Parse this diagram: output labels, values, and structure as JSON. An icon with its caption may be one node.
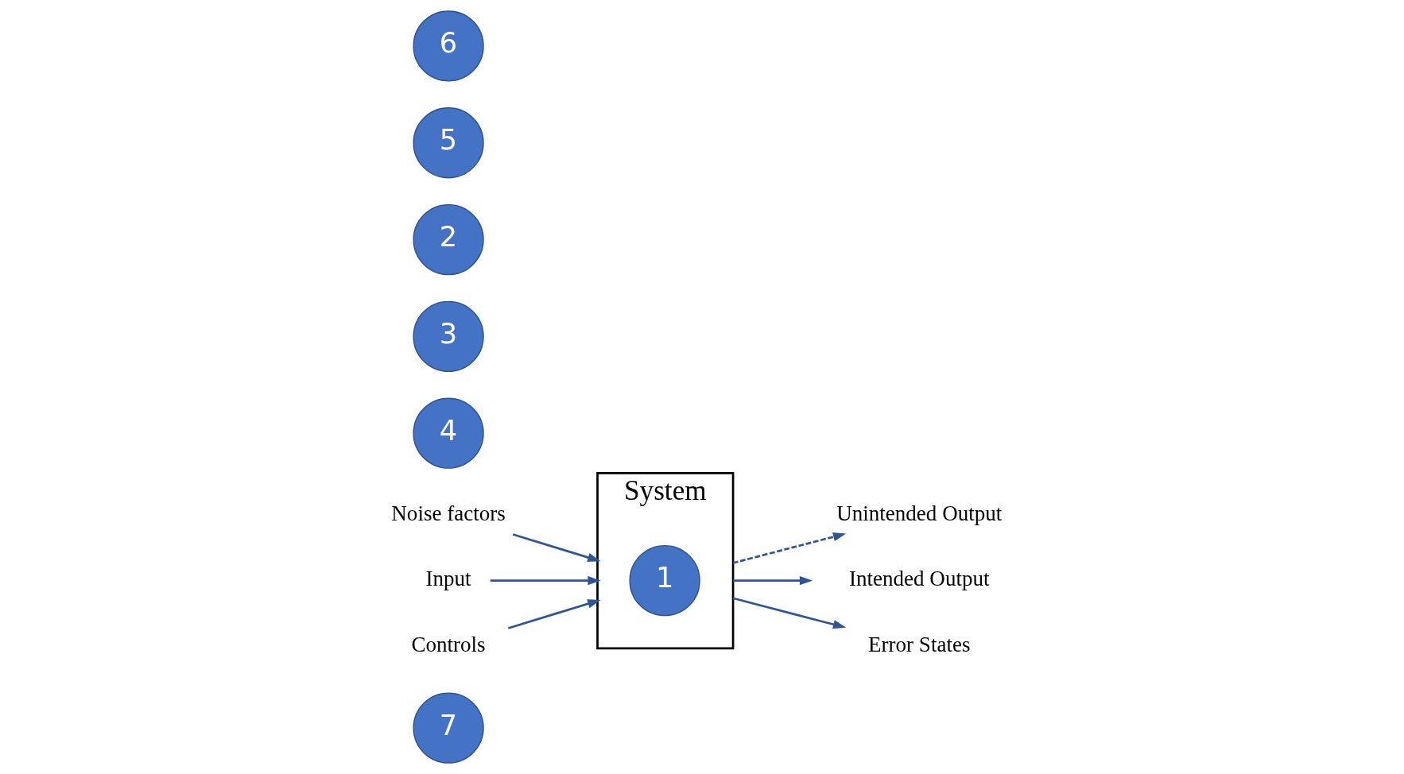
{
  "diagram": {
    "nodes": [
      {
        "text": [
          "7"
        ]
      },
      {
        "text": [
          "Noise factors"
        ]
      },
      {
        "text": [
          "Unintended Output"
        ]
      },
      {
        "text": [
          "4"
        ]
      },
      {
        "text": [
          "Input"
        ]
      },
      {
        "text": [
          "System"
        ]
      },
      {
        "text": [
          "1"
        ],
        "in": 5
      },
      {
        "text": [
          "Intended Output"
        ]
      },
      {
        "text": [
          "3"
        ]
      },
      {
        "text": [
          "2"
        ]
      },
      {
        "text": [
          "Error States"
        ]
      },
      {
        "text": [
          "5"
        ]
      },
      {
        "text": [
          "Controls"
        ]
      },
      {
        "text": [
          "6"
        ]
      }
    ],
    "edges": [
      {
        "from": 1,
        "to": 5,
        "arrow": "to"
      },
      {
        "from": 4,
        "to": 5,
        "arrow": "to"
      },
      {
        "from": 5,
        "to": 2,
        "arrow": "to",
        "style": "dashed"
      },
      {
        "from": 5,
        "to": 7,
        "arrow": "to"
      },
      {
        "from": 5,
        "to": 10,
        "arrow": "to"
      },
      {
        "from": 12,
        "to": 5,
        "arrow": "to"
      }
    ]
  }
}
